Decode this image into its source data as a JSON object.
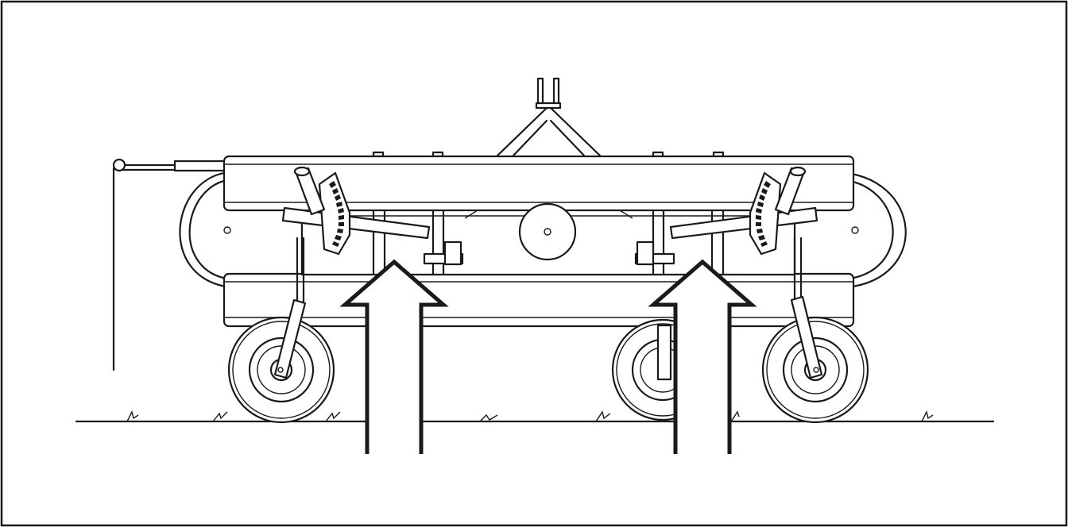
{
  "figure": {
    "subject": "mower-deck-side-view",
    "callouts": [
      "arrow-left",
      "arrow-right"
    ],
    "colors": {
      "line": "#1a1a1a",
      "background": "#ffffff",
      "frame": "#1a1a1a"
    }
  }
}
